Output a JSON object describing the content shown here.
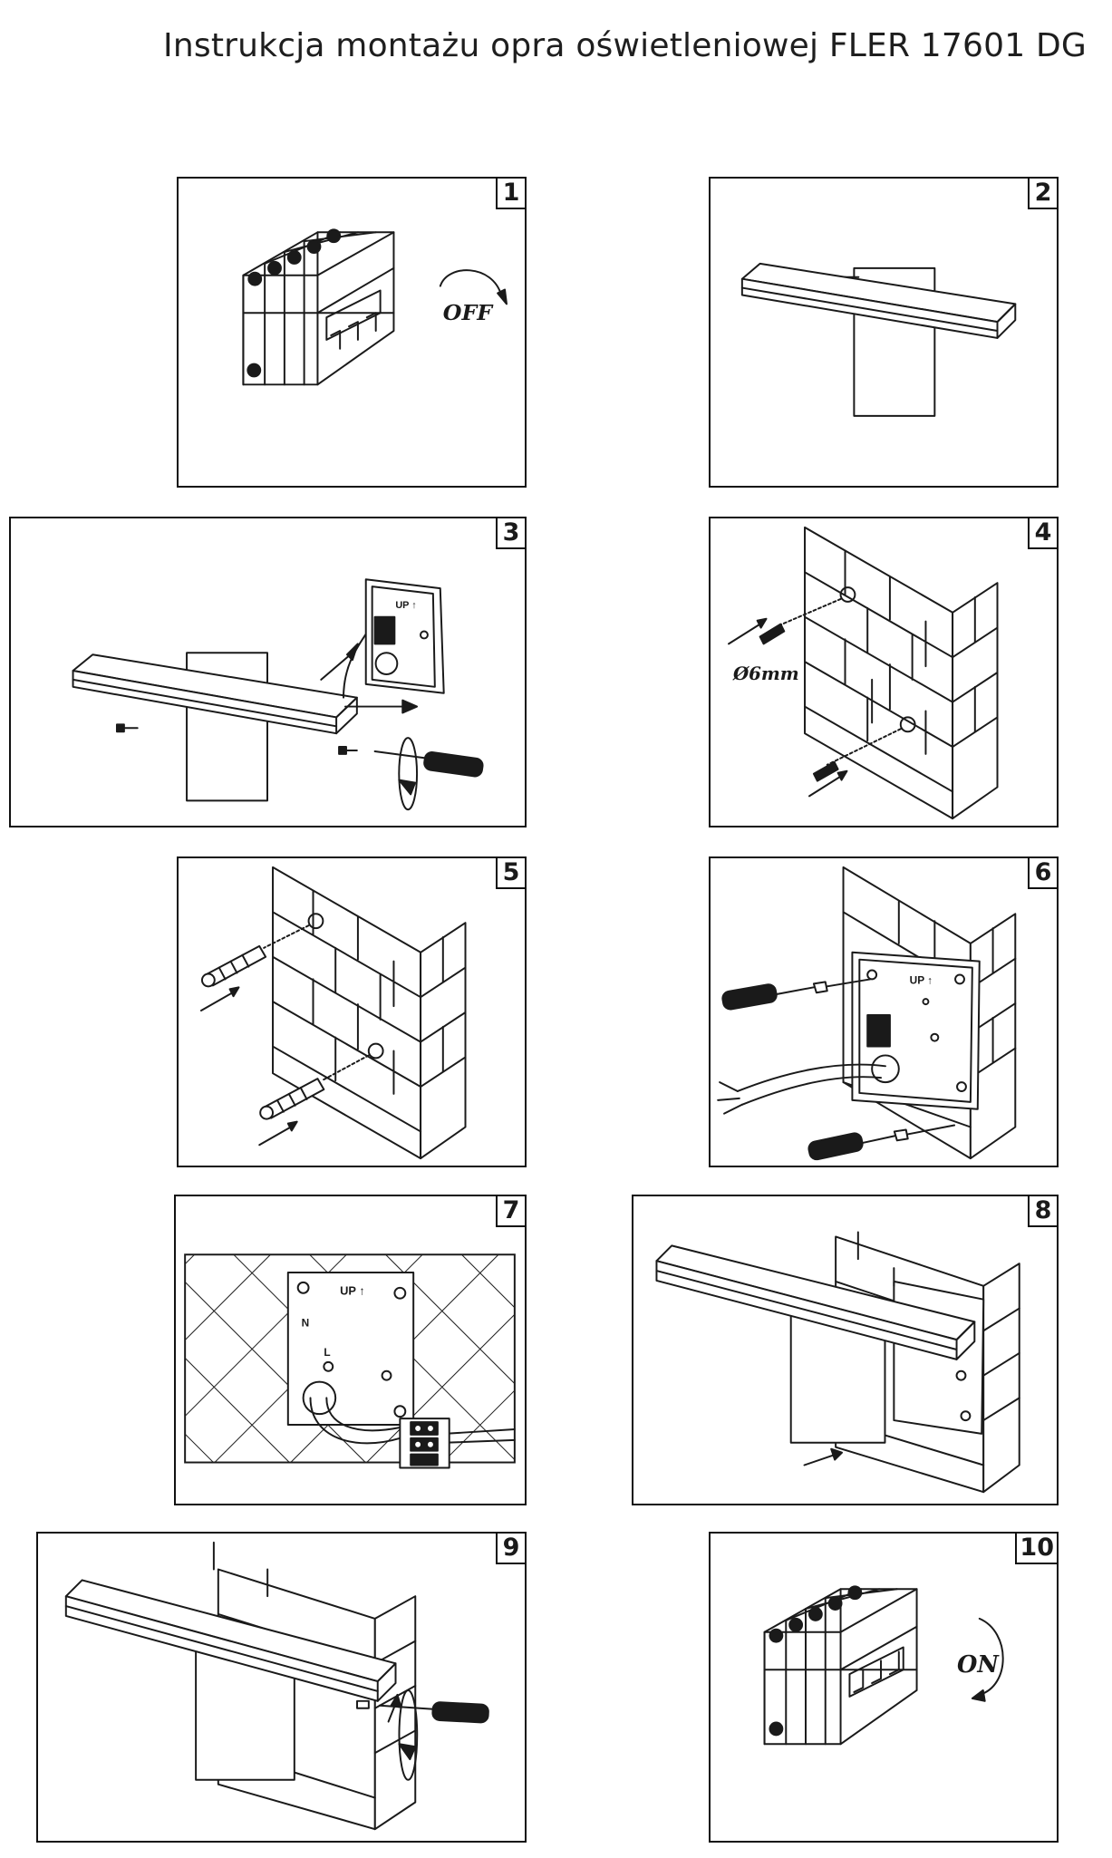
{
  "title": "Instrukcja montażu opra oświetleniowej FLER 17601 DG",
  "steps": [
    {
      "number": "1",
      "label": "OFF"
    },
    {
      "number": "2"
    },
    {
      "number": "3"
    },
    {
      "number": "4",
      "label": "Ø6mm"
    },
    {
      "number": "5"
    },
    {
      "number": "6"
    },
    {
      "number": "7"
    },
    {
      "number": "8"
    },
    {
      "number": "9"
    },
    {
      "number": "10",
      "label": "ON"
    }
  ],
  "plate_marks": {
    "up": "UP ↑",
    "n": "N",
    "l": "L"
  }
}
